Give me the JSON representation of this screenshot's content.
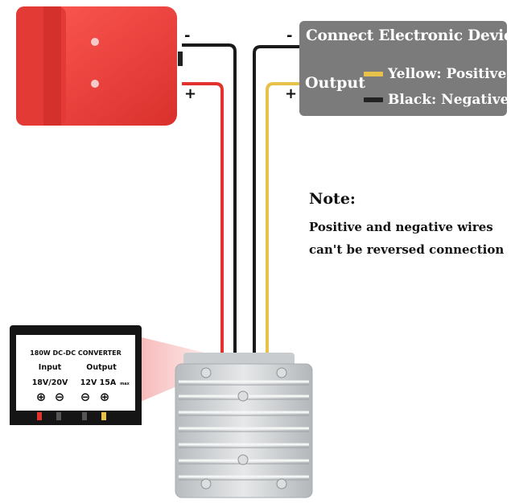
{
  "info_box": {
    "title": "Connect Electronic Device",
    "output_label": "Output",
    "legend": [
      {
        "label": "Yellow: Positive+",
        "color": "#e8c14a"
      },
      {
        "label": "Black: Negative-",
        "color": "#222222"
      }
    ]
  },
  "note": {
    "title": "Note:",
    "lines": [
      "Positive and negative wires",
      "can't be reversed connection"
    ]
  },
  "battery_adapter": {
    "negative_label": "-",
    "positive_label": "+",
    "color": "#ee3b3b"
  },
  "device_terminals": {
    "negative_label": "-",
    "positive_label": "+"
  },
  "converter_label": {
    "title": "180W DC-DC CONVERTER",
    "input_label": "Input",
    "output_label": "Output",
    "input_voltage": "18V/20V",
    "output_rating": "12V 15A",
    "output_rating_suffix": "max",
    "terminal_symbols": [
      "⊕",
      "⊖",
      "⊖",
      "⊕"
    ]
  },
  "colors": {
    "red_wire": "#e2322d",
    "black_wire": "#1a1a1a",
    "yellow_wire": "#e8c14a",
    "converter_body": "#cfd2d4",
    "info_box": "#7b7b7b"
  }
}
